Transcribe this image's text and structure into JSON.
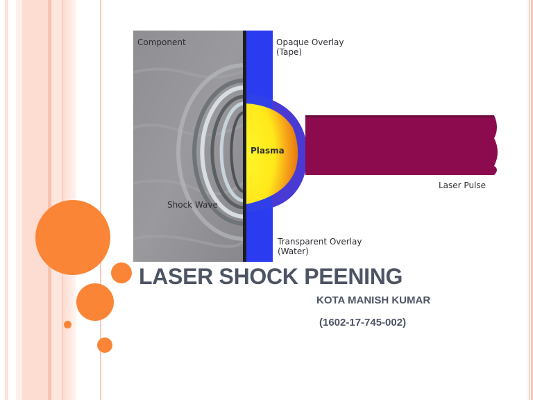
{
  "slide": {
    "title": "LASER SHOCK PEENING",
    "author": "KOTA MANISH KUMAR",
    "roll_number": "(1602-17-745-002)"
  },
  "diagram": {
    "labels": {
      "component": "Component",
      "opaque_overlay": "Opaque Overlay",
      "opaque_overlay_note": "(Tape)",
      "plasma": "Plasma",
      "shock_wave": "Shock Wave",
      "laser_pulse": "Laser Pulse",
      "transparent_overlay": "Transparent Overlay",
      "transparent_overlay_note": "(Water)"
    },
    "colors": {
      "component": "#8e8e92",
      "overlay_blue": "#2b3cf0",
      "plasma_yellow": "#ffe81a",
      "plasma_orange": "#f59a1a",
      "laser_beam": "#8c0a4e"
    }
  },
  "theme": {
    "accent_orange": "#fb8536",
    "stripe_pink": "#fddcd1",
    "stripe_dark_pink": "#f9c3b0",
    "text_color": "#4d5463"
  }
}
